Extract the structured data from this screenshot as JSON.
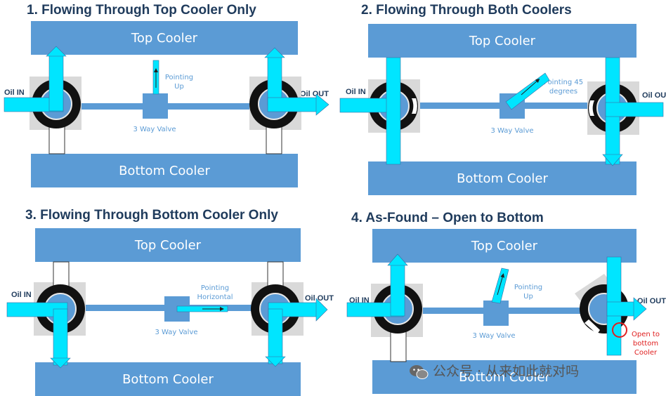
{
  "panels": [
    {
      "title": "1.   Flowing Through Top Cooler Only",
      "top_cooler": "Top Cooler",
      "bottom_cooler": "Bottom Cooler",
      "valve_label": "3 Way Valve",
      "pointer_label": "Pointing\nUp",
      "oil_in": "Oil IN",
      "oil_out": "Oil OUT"
    },
    {
      "title": "2. Flowing Through Both Coolers",
      "top_cooler": "Top Cooler",
      "bottom_cooler": "Bottom Cooler",
      "valve_label": "3 Way Valve",
      "pointer_label": "Pointing 45\ndegrees",
      "oil_in": "Oil IN",
      "oil_out": "Oil OU"
    },
    {
      "title": "3. Flowing Through Bottom Cooler Only",
      "top_cooler": "Top Cooler",
      "bottom_cooler": "Bottom Cooler",
      "valve_label": "3 Way Valve",
      "pointer_label": "Pointing\nHorizontal",
      "oil_in": "Oil IN",
      "oil_out": "Oil OUT"
    },
    {
      "title": "4. As-Found – Open to Bottom",
      "top_cooler": "Top Cooler",
      "bottom_cooler": "Bottom Cooler",
      "valve_label": "3 Way Valve",
      "pointer_label": "Pointing\nUp",
      "oil_in": "Oil IN",
      "oil_out": "Oil OUT",
      "highlight_label": "Open to\nbottom\nCooler"
    }
  ],
  "watermark": "公众号 · 从来如此就对吗",
  "colors": {
    "cooler": "#5b9bd5",
    "flow": "#00e5ff",
    "title": "#1f3b5c",
    "highlight": "#e02020"
  }
}
